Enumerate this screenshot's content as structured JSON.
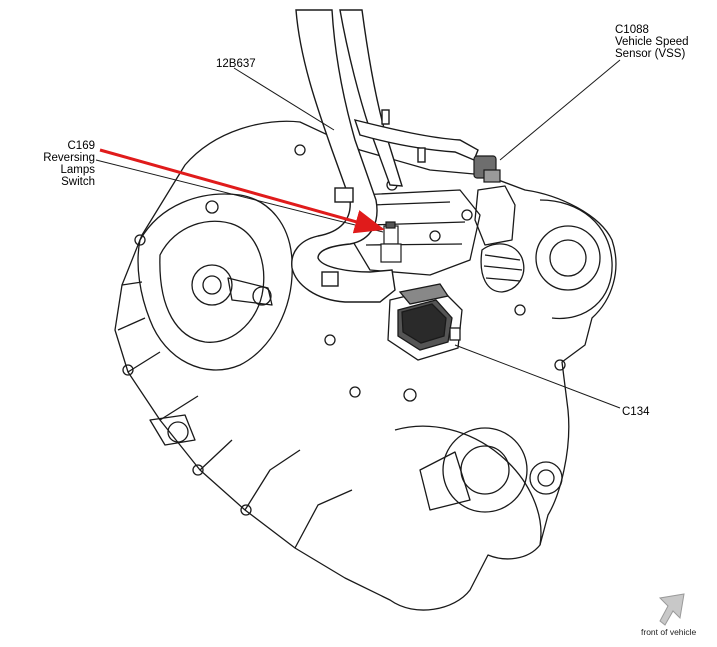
{
  "callouts": {
    "c1088": {
      "lines": [
        "C1088",
        "Vehicle Speed",
        "Sensor (VSS)"
      ]
    },
    "harness": {
      "lines": [
        "12B637"
      ]
    },
    "c169": {
      "lines": [
        "C169",
        "Reversing",
        "Lamps",
        "Switch"
      ]
    },
    "c134": {
      "lines": [
        "C134"
      ]
    }
  },
  "orientation": {
    "label": "front of vehicle",
    "icon": "direction-arrow-icon"
  },
  "colors": {
    "highlight_arrow": "#e01b1b",
    "linework": "#1a1a1a",
    "arrow_fill": "#c8c8c8"
  }
}
